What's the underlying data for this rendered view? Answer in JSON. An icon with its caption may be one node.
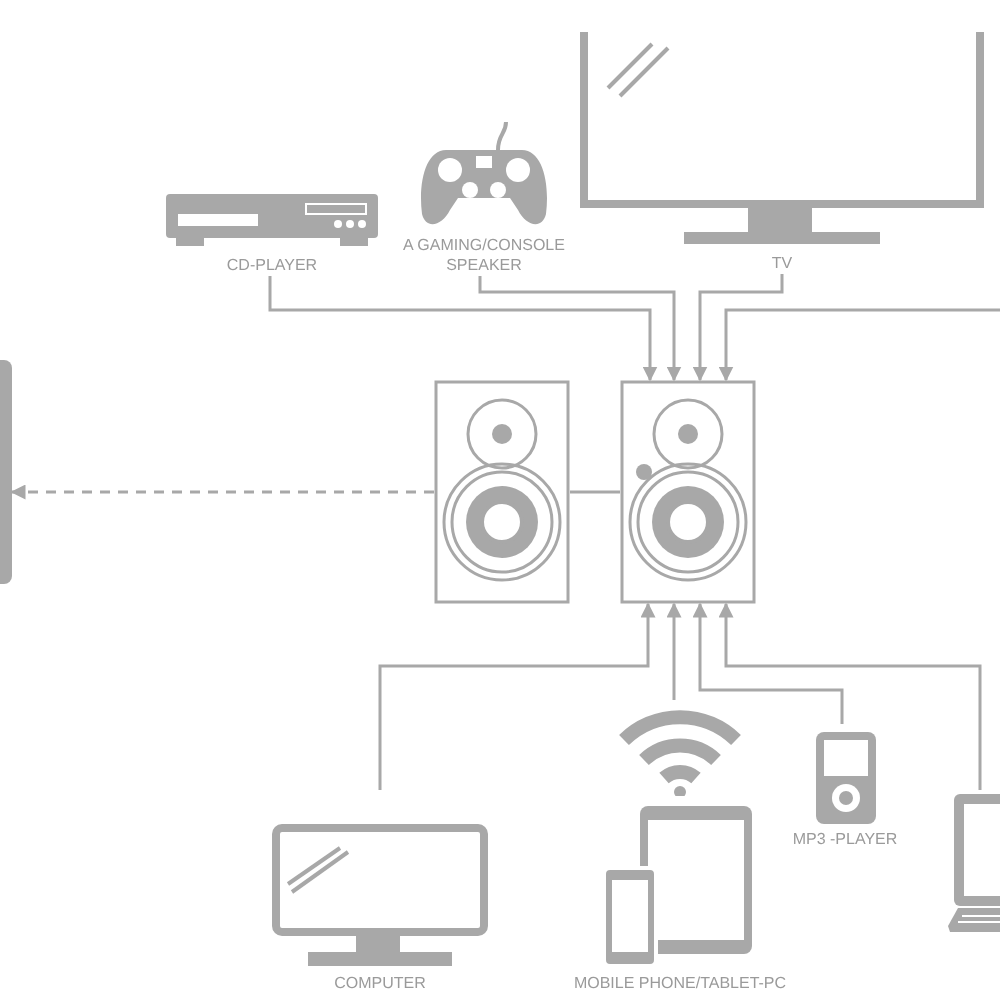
{
  "diagram": {
    "nodes": [
      {
        "text": [
          "CD-PLAYER"
        ]
      },
      {
        "text": [
          "A GAMING/CONSOLE SPEAKER"
        ]
      },
      {
        "text": [
          "TV"
        ]
      },
      {
        "text": [],
        "shape": "picture"
      },
      {
        "text": [],
        "shape": "picture"
      },
      {
        "text": [],
        "shape": "bar"
      },
      {
        "text": [
          "COMPUTER"
        ]
      },
      {
        "text": [
          "MOBILE PHONE/TABLET-PC"
        ]
      },
      {
        "text": [
          "MP3 -PLAYER"
        ]
      },
      {
        "text": [],
        "shape": "picture"
      }
    ],
    "edges": [
      {
        "from": 0,
        "to": 4,
        "arrow": "to"
      },
      {
        "from": 1,
        "to": 4,
        "arrow": "to"
      },
      {
        "from": 2,
        "to": 4,
        "arrow": "to"
      },
      {
        "from": null,
        "to": 4,
        "arrow": "to"
      },
      {
        "from": 3,
        "to": 5,
        "arrow": "to",
        "style": "dashed"
      },
      {
        "from": 4,
        "to": 3,
        "arrow": "none"
      },
      {
        "from": 6,
        "to": 4,
        "arrow": "to"
      },
      {
        "from": 7,
        "to": 4,
        "arrow": "to"
      },
      {
        "from": 8,
        "to": 4,
        "arrow": "to"
      },
      {
        "from": 9,
        "to": 4,
        "arrow": "to"
      }
    ]
  }
}
